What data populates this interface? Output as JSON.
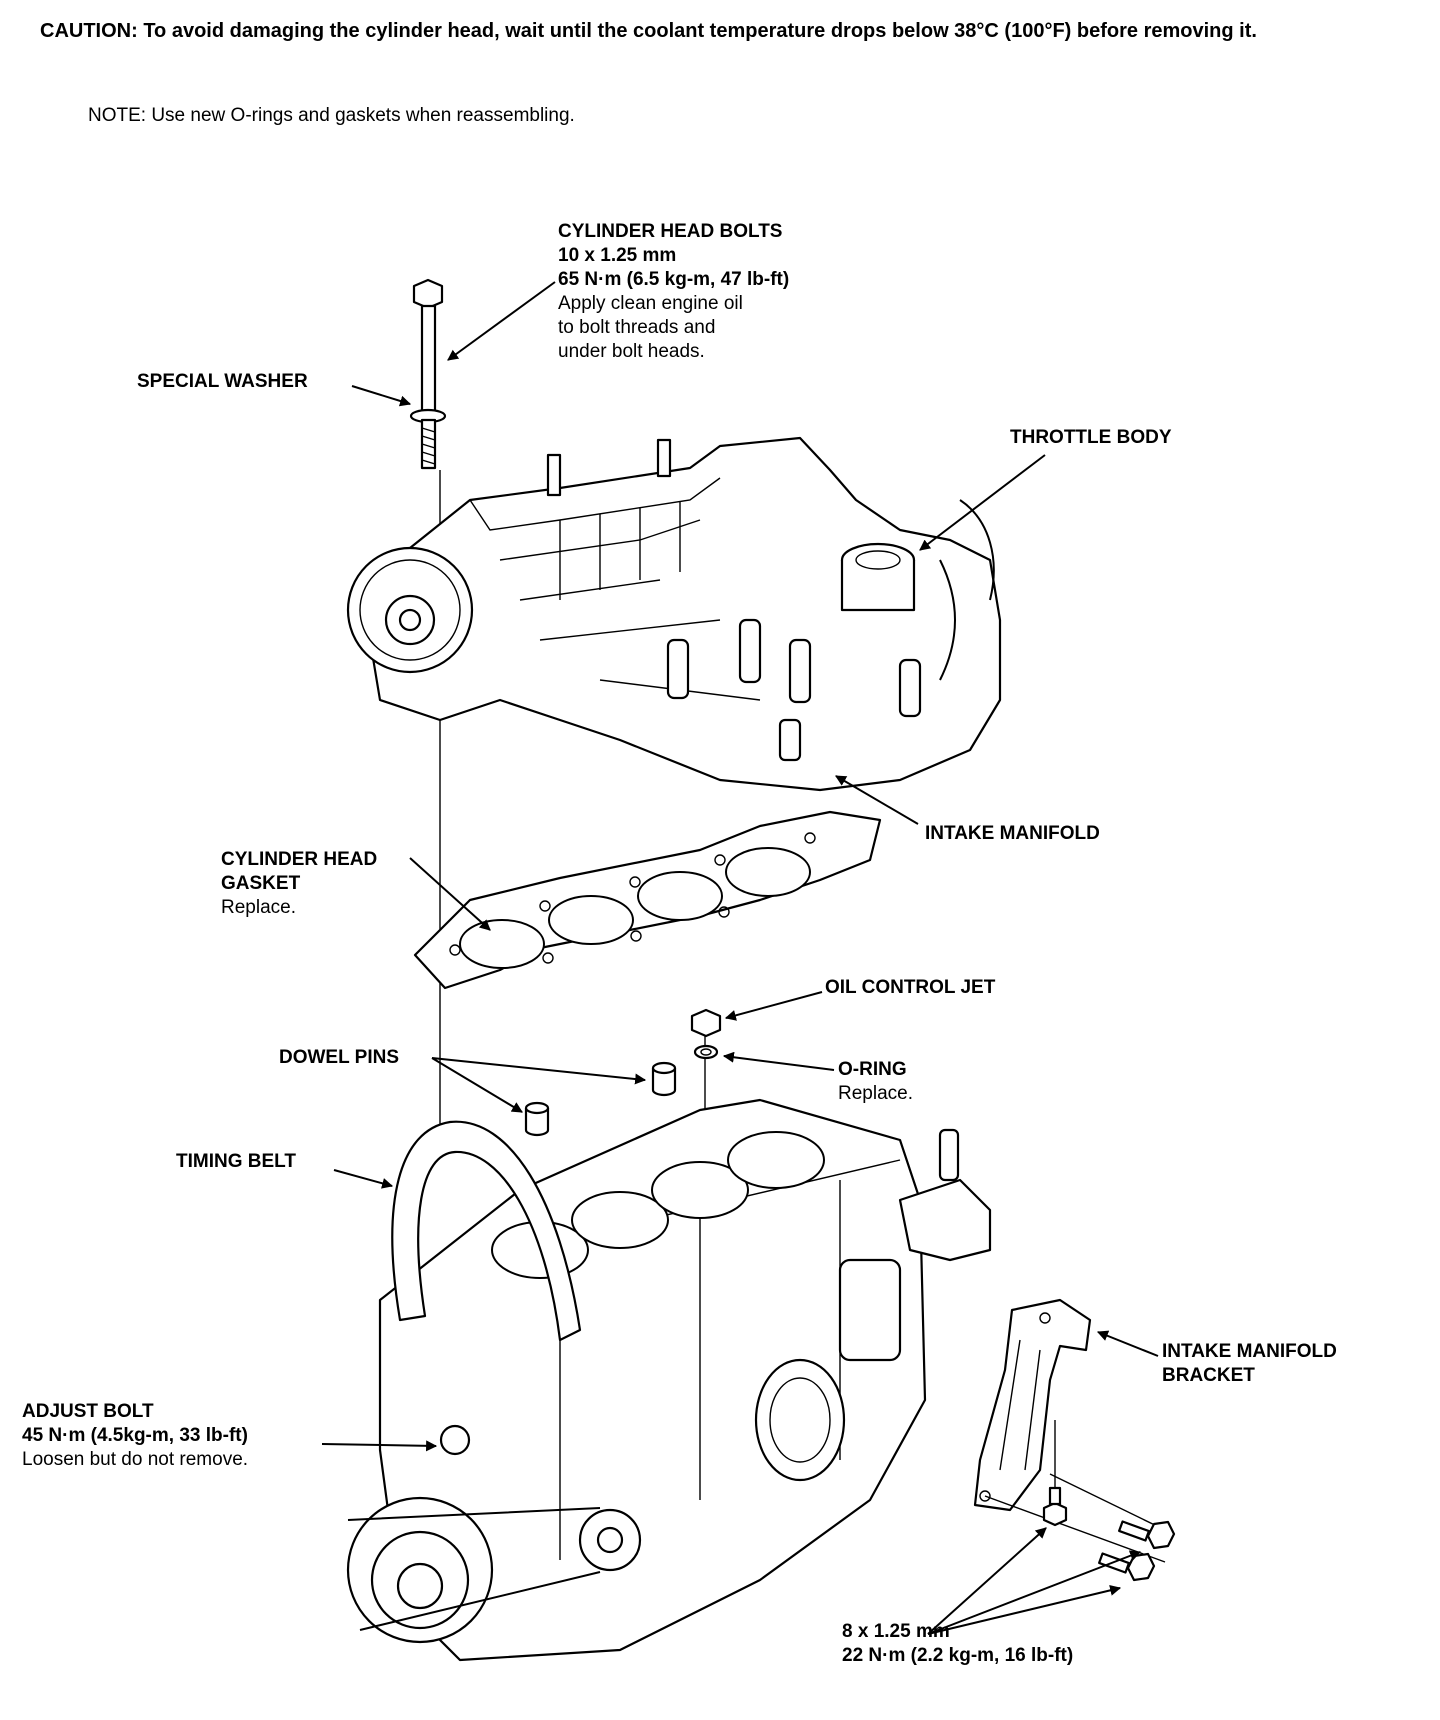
{
  "caution": {
    "label": "CAUTION:",
    "text": "To avoid damaging the cylinder head, wait until the coolant temperature drops below 38°C (100°F) before removing it."
  },
  "note": {
    "text": "NOTE: Use new O-rings and gaskets when reassembling."
  },
  "callouts": {
    "cylinder_head_bolts": {
      "title": "CYLINDER HEAD BOLTS",
      "size": "10 x 1.25 mm",
      "torque": "65 N·m (6.5 kg-m, 47 lb-ft)",
      "note_1": "Apply clean engine oil",
      "note_2": "to bolt threads and",
      "note_3": "under bolt heads."
    },
    "special_washer": {
      "title": "SPECIAL WASHER"
    },
    "throttle_body": {
      "title": "THROTTLE BODY"
    },
    "intake_manifold": {
      "title": "INTAKE MANIFOLD"
    },
    "cylinder_head_gasket": {
      "title_1": "CYLINDER HEAD",
      "title_2": "GASKET",
      "note": "Replace."
    },
    "oil_control_jet": {
      "title": "OIL CONTROL JET"
    },
    "dowel_pins": {
      "title": "DOWEL PINS"
    },
    "o_ring": {
      "title": "O-RING",
      "note": "Replace."
    },
    "timing_belt": {
      "title": "TIMING BELT"
    },
    "intake_manifold_bracket": {
      "title_1": "INTAKE MANIFOLD",
      "title_2": "BRACKET"
    },
    "adjust_bolt": {
      "title": "ADJUST BOLT",
      "torque": "45 N·m (4.5kg-m, 33 lb-ft)",
      "note": "Loosen but do not remove."
    },
    "bracket_bolts": {
      "size": "8 x 1.25 mm",
      "torque": "22 N·m (2.2 kg-m, 16 lb-ft)"
    }
  }
}
